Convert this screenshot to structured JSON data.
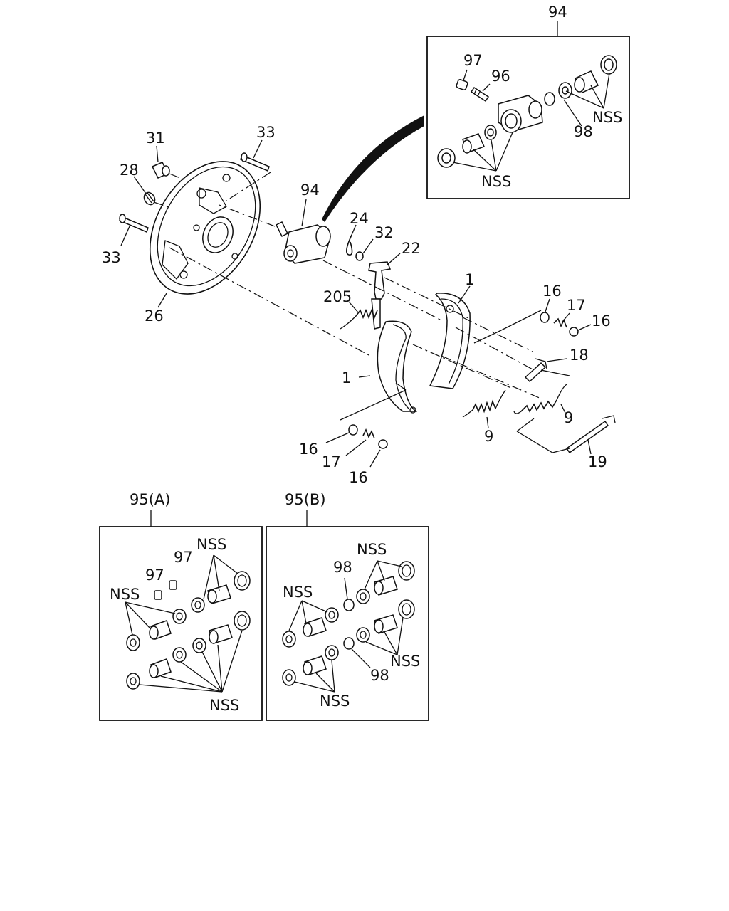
{
  "labels": {
    "l94_top": "94",
    "l97_a": "97",
    "l96": "96",
    "l98_a": "98",
    "nss_a1": "NSS",
    "nss_a2": "NSS",
    "l31": "31",
    "l33_a": "33",
    "l28": "28",
    "l33_b": "33",
    "l26": "26",
    "l94_mid": "94",
    "l24": "24",
    "l32": "32",
    "l22": "22",
    "l205": "205",
    "l1_a": "1",
    "l1_b": "1",
    "l16_a": "16",
    "l17_a": "17",
    "l16_b": "16",
    "l18": "18",
    "l9_a": "9",
    "l9_b": "9",
    "l19": "19",
    "l16_c": "16",
    "l17_b": "17",
    "l16_d": "16",
    "l95a": "95(A)",
    "l95b": "95(B)",
    "a_97_1": "97",
    "a_97_2": "97",
    "a_nss_1": "NSS",
    "a_nss_2": "NSS",
    "a_nss_3": "NSS",
    "b_nss_1": "NSS",
    "b_98_1": "98",
    "b_nss_2": "NSS",
    "b_nss_3": "NSS",
    "b_98_2": "98",
    "b_nss_4": "NSS"
  },
  "colors": {
    "ink": "#111111",
    "paper": "#ffffff"
  }
}
